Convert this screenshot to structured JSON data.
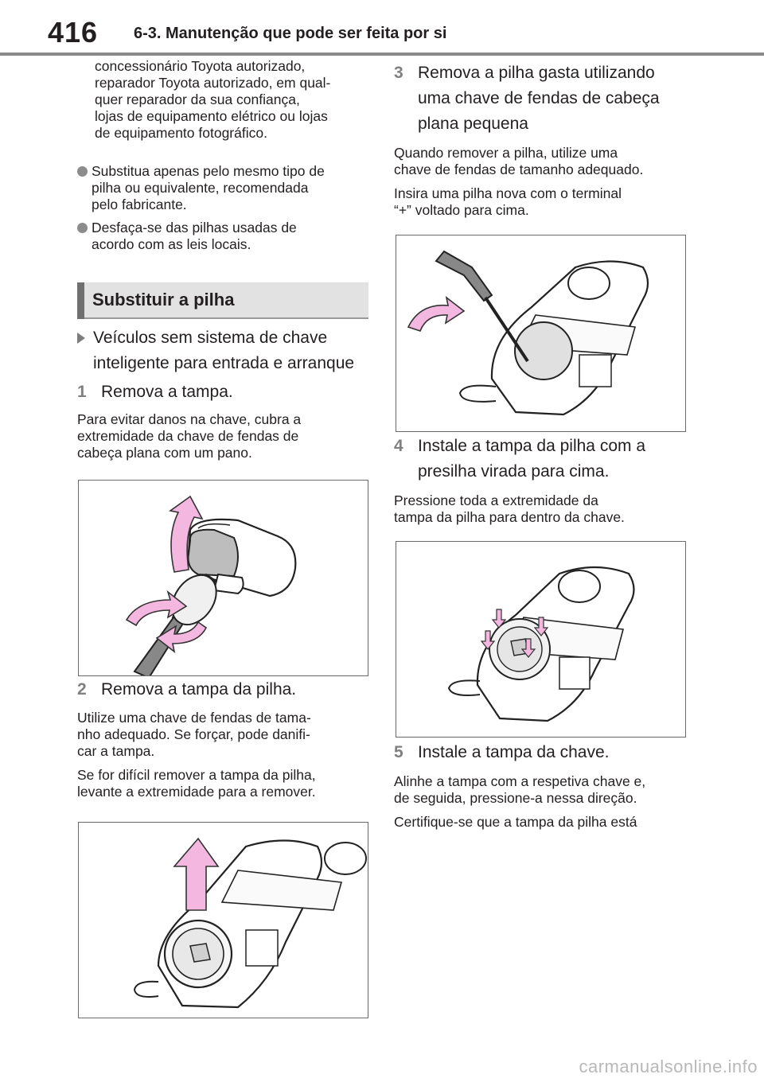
{
  "header": {
    "page_number": "416",
    "section": "6-3. Manutenção que pode ser feita por si"
  },
  "left_column": {
    "intro_lines": [
      "concessionário Toyota autorizado,",
      "reparador Toyota autorizado, em qual-",
      "quer reparador da sua confiança,",
      "lojas de equipamento elétrico ou lojas",
      "de equipamento fotográfico."
    ],
    "bullets": [
      {
        "lines": [
          "Substitua apenas pelo mesmo tipo de",
          "pilha ou equivalente, recomendada",
          "pelo fabricante."
        ]
      },
      {
        "lines": [
          "Desfaça-se das pilhas usadas de",
          "acordo com as leis locais."
        ]
      }
    ],
    "heading": "Substituir a pilha",
    "subheading_lines": [
      "Veículos sem sistema de chave",
      "inteligente para entrada e arranque"
    ],
    "step1": {
      "number": "1",
      "title": "Remova a tampa.",
      "lines": [
        "Para evitar danos na chave, cubra a",
        "extremidade da chave de fendas de",
        "cabeça plana com um pano."
      ]
    },
    "step2": {
      "number": "2",
      "title": "Remova a tampa da pilha.",
      "para1": [
        "Utilize uma chave de fendas de tama-",
        "nho adequado. Se forçar, pode danifi-",
        "car a tampa."
      ],
      "para2": [
        "Se for difícil remover a tampa da pilha,",
        "levante a extremidade para a remover."
      ]
    }
  },
  "right_column": {
    "step3": {
      "number": "3",
      "title_lines": [
        " Remova a pilha gasta utilizando",
        "uma chave de fendas de cabeça",
        "plana pequena"
      ],
      "para1": [
        "Quando remover a pilha, utilize uma",
        "chave de fendas de tamanho adequado."
      ],
      "para2": [
        "Insira uma pilha nova com o terminal",
        "“+” voltado para cima."
      ]
    },
    "step4": {
      "number": "4",
      "title_lines": [
        "Instale a tampa da pilha com a",
        "presilha virada para cima."
      ],
      "para": [
        "Pressione toda a extremidade da",
        "tampa da pilha para dentro da chave."
      ]
    },
    "step5": {
      "number": "5",
      "title": "Instale a tampa da chave.",
      "para1": [
        "Alinhe a tampa com a respetiva chave e,",
        "de seguida, pressione-a nessa direção."
      ],
      "para2": [
        "Certifique-se que a tampa da pilha está"
      ]
    }
  },
  "watermark": "carmanualsonline.info",
  "colors": {
    "accent_pink": "#f4b8e0",
    "heading_gray": "#e2e2e2",
    "bar_gray": "#707070"
  }
}
